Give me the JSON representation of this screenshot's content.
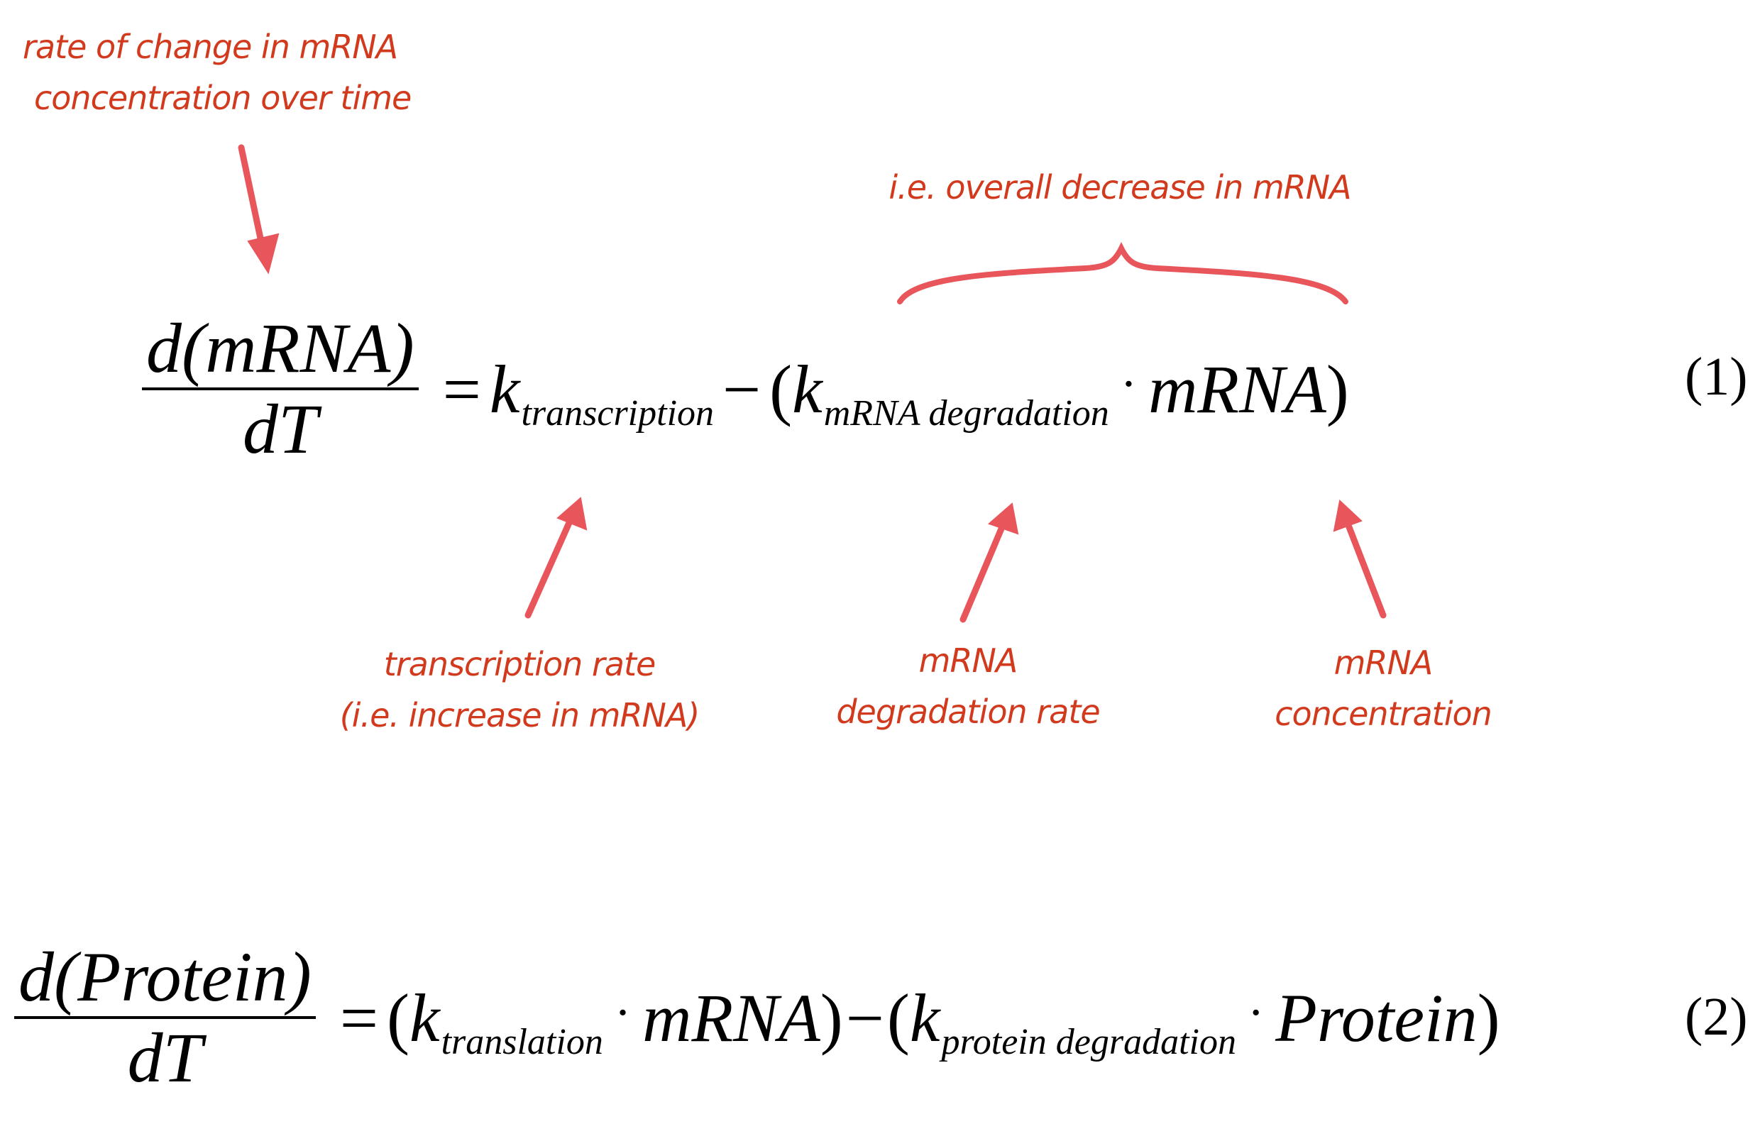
{
  "annotation_color": "#d23a1e",
  "arrow_color": "#e8555a",
  "annotations": {
    "rate_of_change": [
      "rate of change in mRNA",
      "concentration over time"
    ],
    "overall_decrease": "i.e. overall decrease in mRNA",
    "transcription_rate": [
      "transcription rate",
      "(i.e. increase in mRNA)"
    ],
    "degradation_rate": [
      "mRNA",
      "degradation rate"
    ],
    "mrna_concentration": [
      "mRNA",
      "concentration"
    ]
  },
  "equation1": {
    "numerator": "d(mRNA)",
    "denominator": "dT",
    "equals": "=",
    "k": "k",
    "sub_transcription": "transcription",
    "minus": "−",
    "open_paren": "(",
    "sub_degradation": "mRNA degradation",
    "dot": "·",
    "mrna": "mRNA",
    "close_paren": ")",
    "number": "(1)"
  },
  "equation2": {
    "numerator": "d(Protein)",
    "denominator": "dT",
    "equals": "=",
    "open_paren": "(",
    "k": "k",
    "sub_translation": "translation",
    "dot": "·",
    "mrna": "mRNA",
    "close_paren": ")",
    "minus": "−",
    "sub_degradation": "protein degradation",
    "protein": "Protein",
    "number": "(2)"
  }
}
